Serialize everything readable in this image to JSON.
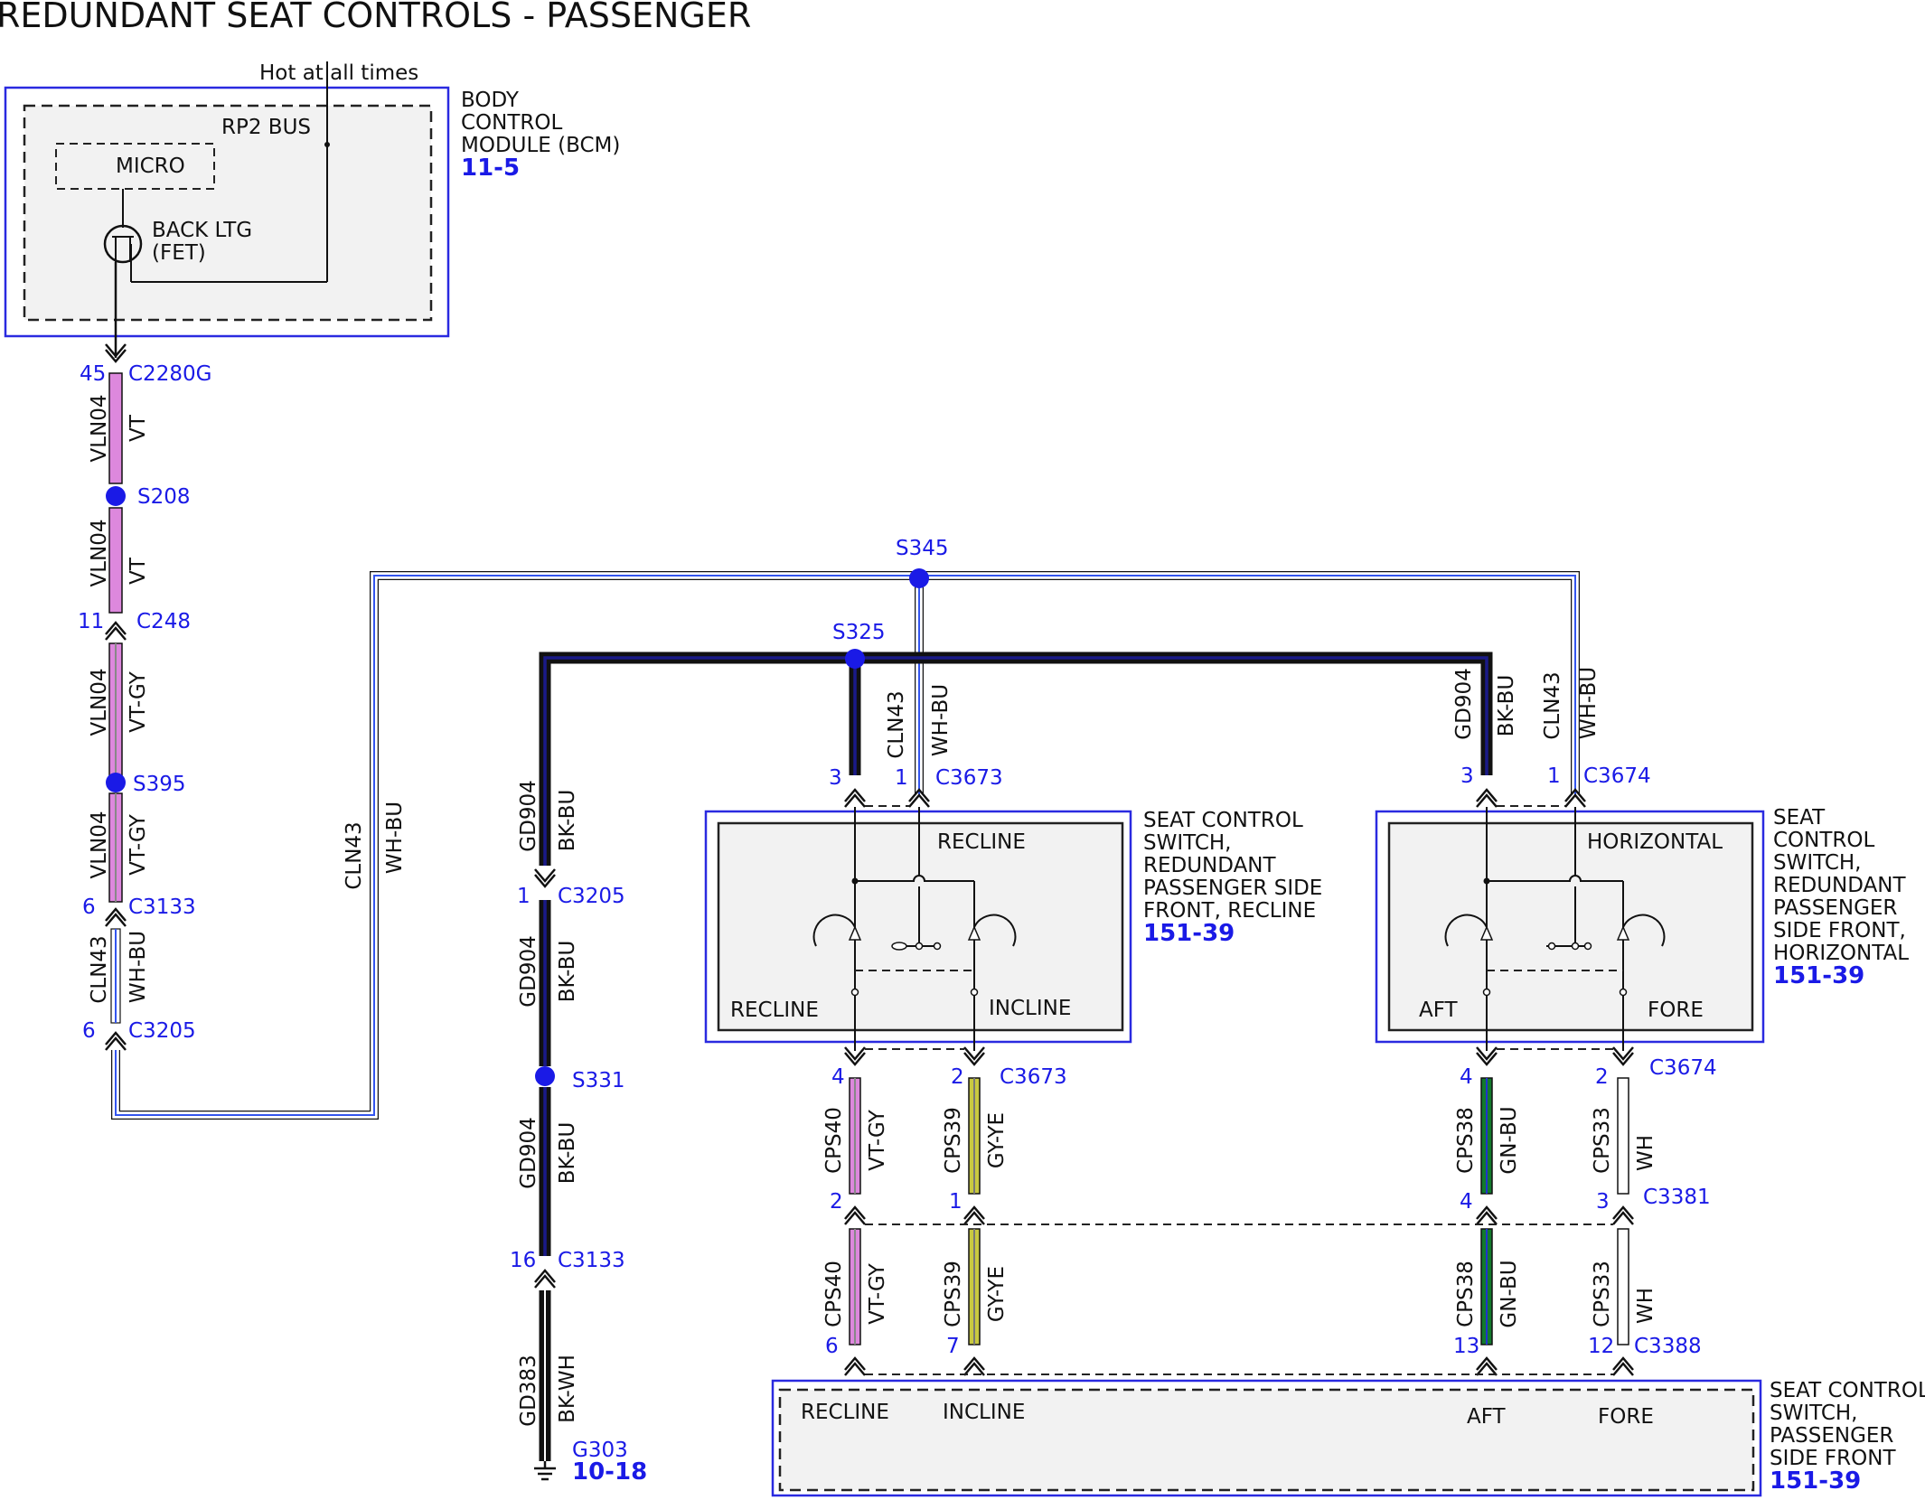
{
  "title": "REDUNDANT SEAT CONTROLS - PASSENGER",
  "colors": {
    "VT": "#dd88dd",
    "VT-GY": "#dd88dd",
    "BK-BU": "#0c0c4a",
    "BK-WH": "#111111",
    "WH-BU": "#ffffff",
    "GY-YE": "#c8c840",
    "GN-BU": "#137a2d",
    "WH": "#ffffff",
    "splice": "#1a1ae6",
    "module_border": "#2a2ae0"
  },
  "bcm": {
    "name_lines": [
      "BODY",
      "CONTROL",
      "MODULE (BCM)"
    ],
    "ref": "11-5",
    "power": "Hot at all times",
    "bus": "RP2 BUS",
    "micro": "MICRO",
    "fet": [
      "BACK LTG",
      "(FET)"
    ]
  },
  "switch_recline": {
    "name_lines": [
      "SEAT CONTROL",
      "SWITCH,",
      "REDUNDANT",
      "PASSENGER SIDE",
      "FRONT, RECLINE"
    ],
    "ref": "151-39",
    "header": "RECLINE",
    "left": "RECLINE",
    "right": "INCLINE"
  },
  "switch_horizontal": {
    "name_lines": [
      "SEAT",
      "CONTROL",
      "SWITCH,",
      "REDUNDANT",
      "PASSENGER",
      "SIDE FRONT,",
      "HORIZONTAL"
    ],
    "ref": "151-39",
    "header": "HORIZONTAL",
    "left": "AFT",
    "right": "FORE"
  },
  "switch_front": {
    "name_lines": [
      "SEAT CONTROL",
      "SWITCH,",
      "PASSENGER",
      "SIDE FRONT"
    ],
    "ref": "151-39",
    "labels": [
      "RECLINE",
      "INCLINE",
      "AFT",
      "FORE"
    ]
  },
  "ground": {
    "name": "G303",
    "ref": "10-18"
  },
  "splices": [
    "S208",
    "S395",
    "S345",
    "S325",
    "S331"
  ],
  "connectors": {
    "c2280g": {
      "pin": "45",
      "name": "C2280G"
    },
    "c248": {
      "pin": "11",
      "name": "C248"
    },
    "c3133_a": {
      "pin": "6",
      "name": "C3133"
    },
    "c3205_a": {
      "pin": "6",
      "name": "C3205"
    },
    "c3205_b": {
      "pin": "1",
      "name": "C3205"
    },
    "c3133_b": {
      "pin": "16",
      "name": "C3133"
    },
    "c3673_top": {
      "pins": [
        "3",
        "1"
      ],
      "name": "C3673"
    },
    "c3674_top": {
      "pins": [
        "3",
        "1"
      ],
      "name": "C3674"
    },
    "c3673_bot": {
      "pins": [
        "4",
        "2"
      ],
      "name": "C3673"
    },
    "c3674_bot": {
      "pins": [
        "4",
        "2"
      ],
      "name": "C3674"
    },
    "c3381": {
      "pins": [
        "2",
        "1",
        "4",
        "3"
      ],
      "name": "C3381"
    },
    "c3388": {
      "pins": [
        "6",
        "7",
        "13",
        "12"
      ],
      "name": "C3388"
    }
  },
  "wires": {
    "vln04_vt_1": {
      "circuit": "VLN04",
      "color": "VT"
    },
    "vln04_vt_2": {
      "circuit": "VLN04",
      "color": "VT"
    },
    "vln04_vtgy_1": {
      "circuit": "VLN04",
      "color": "VT-GY"
    },
    "vln04_vtgy_2": {
      "circuit": "VLN04",
      "color": "VT-GY"
    },
    "cln43_left": {
      "circuit": "CLN43",
      "color": "WH-BU"
    },
    "cln43_long": {
      "circuit": "CLN43",
      "color": "WH-BU"
    },
    "gd904_1": {
      "circuit": "GD904",
      "color": "BK-BU"
    },
    "gd904_2": {
      "circuit": "GD904",
      "color": "BK-BU"
    },
    "gd904_3": {
      "circuit": "GD904",
      "color": "BK-BU"
    },
    "gd383": {
      "circuit": "GD383",
      "color": "BK-WH"
    },
    "cln43_rec": {
      "circuit": "CLN43",
      "color": "WH-BU"
    },
    "gd904_hor": {
      "circuit": "GD904",
      "color": "BK-BU"
    },
    "cln43_hor": {
      "circuit": "CLN43",
      "color": "WH-BU"
    },
    "cps40_a": {
      "circuit": "CPS40",
      "color": "VT-GY"
    },
    "cps39_a": {
      "circuit": "CPS39",
      "color": "GY-YE"
    },
    "cps38_a": {
      "circuit": "CPS38",
      "color": "GN-BU"
    },
    "cps33_a": {
      "circuit": "CPS33",
      "color": "WH"
    },
    "cps40_b": {
      "circuit": "CPS40",
      "color": "VT-GY"
    },
    "cps39_b": {
      "circuit": "CPS39",
      "color": "GY-YE"
    },
    "cps38_b": {
      "circuit": "CPS38",
      "color": "GN-BU"
    },
    "cps33_b": {
      "circuit": "CPS33",
      "color": "WH"
    }
  }
}
